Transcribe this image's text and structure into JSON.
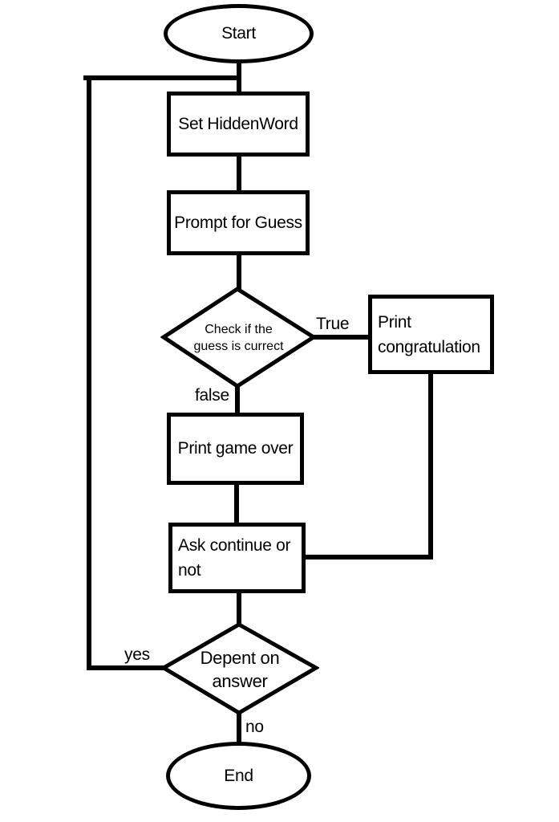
{
  "colors": {
    "stroke": "#000000",
    "fill": "#ffffff"
  },
  "nodes": {
    "start": {
      "type": "terminator",
      "label": "Start"
    },
    "set_hidden_word": {
      "type": "process",
      "label": "Set HiddenWord"
    },
    "prompt_for_guess": {
      "type": "process",
      "label": "Prompt for Guess"
    },
    "check_guess": {
      "type": "decision",
      "line1": "Check if the",
      "line2": "guess is currect"
    },
    "print_congratulation": {
      "type": "process",
      "line1": "Print",
      "line2": "congratulation"
    },
    "print_game_over": {
      "type": "process",
      "label": "Print game over"
    },
    "ask_continue": {
      "type": "process",
      "line1": "Ask continue or",
      "line2": "not"
    },
    "depend_on_answer": {
      "type": "decision",
      "line1": "Depent on",
      "line2": "answer"
    },
    "end": {
      "type": "terminator",
      "label": "End"
    }
  },
  "edge_labels": {
    "true_branch": "True",
    "false_branch": "false",
    "yes_branch": "yes",
    "no_branch": "no"
  },
  "edges": [
    {
      "from": "start",
      "to": "set_hidden_word",
      "label": ""
    },
    {
      "from": "set_hidden_word",
      "to": "prompt_for_guess",
      "label": ""
    },
    {
      "from": "prompt_for_guess",
      "to": "check_guess",
      "label": ""
    },
    {
      "from": "check_guess",
      "to": "print_congratulation",
      "label": "True"
    },
    {
      "from": "check_guess",
      "to": "print_game_over",
      "label": "false"
    },
    {
      "from": "print_game_over",
      "to": "ask_continue",
      "label": ""
    },
    {
      "from": "print_congratulation",
      "to": "ask_continue",
      "label": ""
    },
    {
      "from": "ask_continue",
      "to": "depend_on_answer",
      "label": ""
    },
    {
      "from": "depend_on_answer",
      "to": "set_hidden_word",
      "label": "yes"
    },
    {
      "from": "depend_on_answer",
      "to": "end",
      "label": "no"
    }
  ]
}
